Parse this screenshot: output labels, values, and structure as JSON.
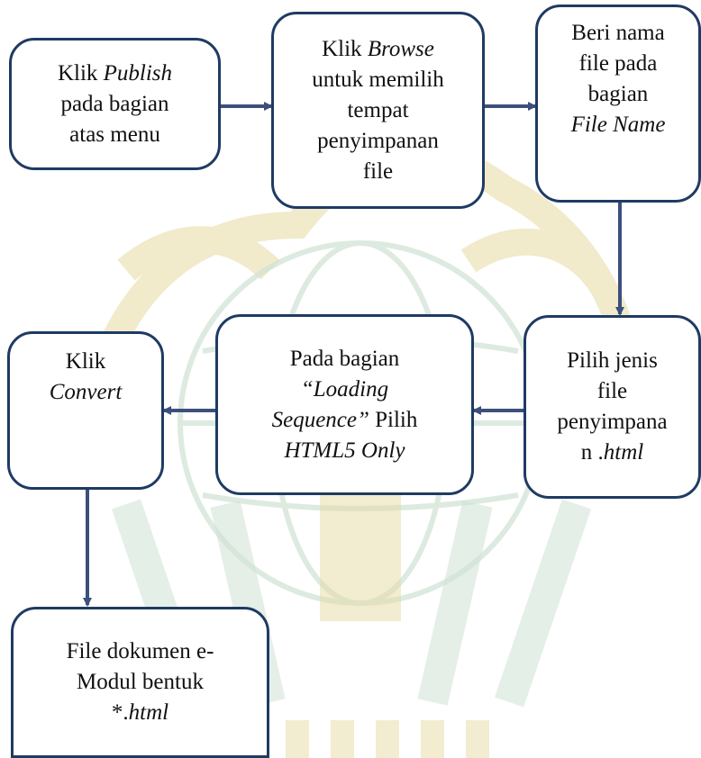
{
  "colors": {
    "border": "#1f3b63",
    "arrow": "#3d4f7c",
    "watermark_gold": "#e6d9a2",
    "watermark_green": "#cfe2d4"
  },
  "nodes": {
    "publish": {
      "line1_plain": "Klik ",
      "line1_italic": "Publish",
      "line2": "pada bagian",
      "line3": "atas menu"
    },
    "browse": {
      "line1_plain": "Klik ",
      "line1_italic": "Browse",
      "line2": "untuk memilih",
      "line3": "tempat",
      "line4": "penyimpanan",
      "line5": "file"
    },
    "filename": {
      "line1": "Beri nama",
      "line2": "file pada",
      "line3": "bagian",
      "line4_italic": "File Name"
    },
    "filetype": {
      "line1": "Pilih jenis",
      "line2": "file",
      "line3": "penyimpana",
      "line4_plain": "n .",
      "line4_italic": "html"
    },
    "loading": {
      "line1": "Pada bagian",
      "line2_italic": "“Loading",
      "line3_italic": "Sequence”",
      "line3_plain": " Pilih",
      "line4_italic": "HTML5 Only"
    },
    "convert": {
      "line1": "Klik",
      "line2_italic": "Convert"
    },
    "result": {
      "line1": "File dokumen e-",
      "line2": "Modul bentuk",
      "line3_plain": "*.",
      "line3_italic": "html"
    }
  },
  "edges": [
    {
      "from": "publish",
      "to": "browse"
    },
    {
      "from": "browse",
      "to": "filename"
    },
    {
      "from": "filename",
      "to": "filetype"
    },
    {
      "from": "filetype",
      "to": "loading"
    },
    {
      "from": "loading",
      "to": "convert"
    },
    {
      "from": "convert",
      "to": "result"
    }
  ]
}
